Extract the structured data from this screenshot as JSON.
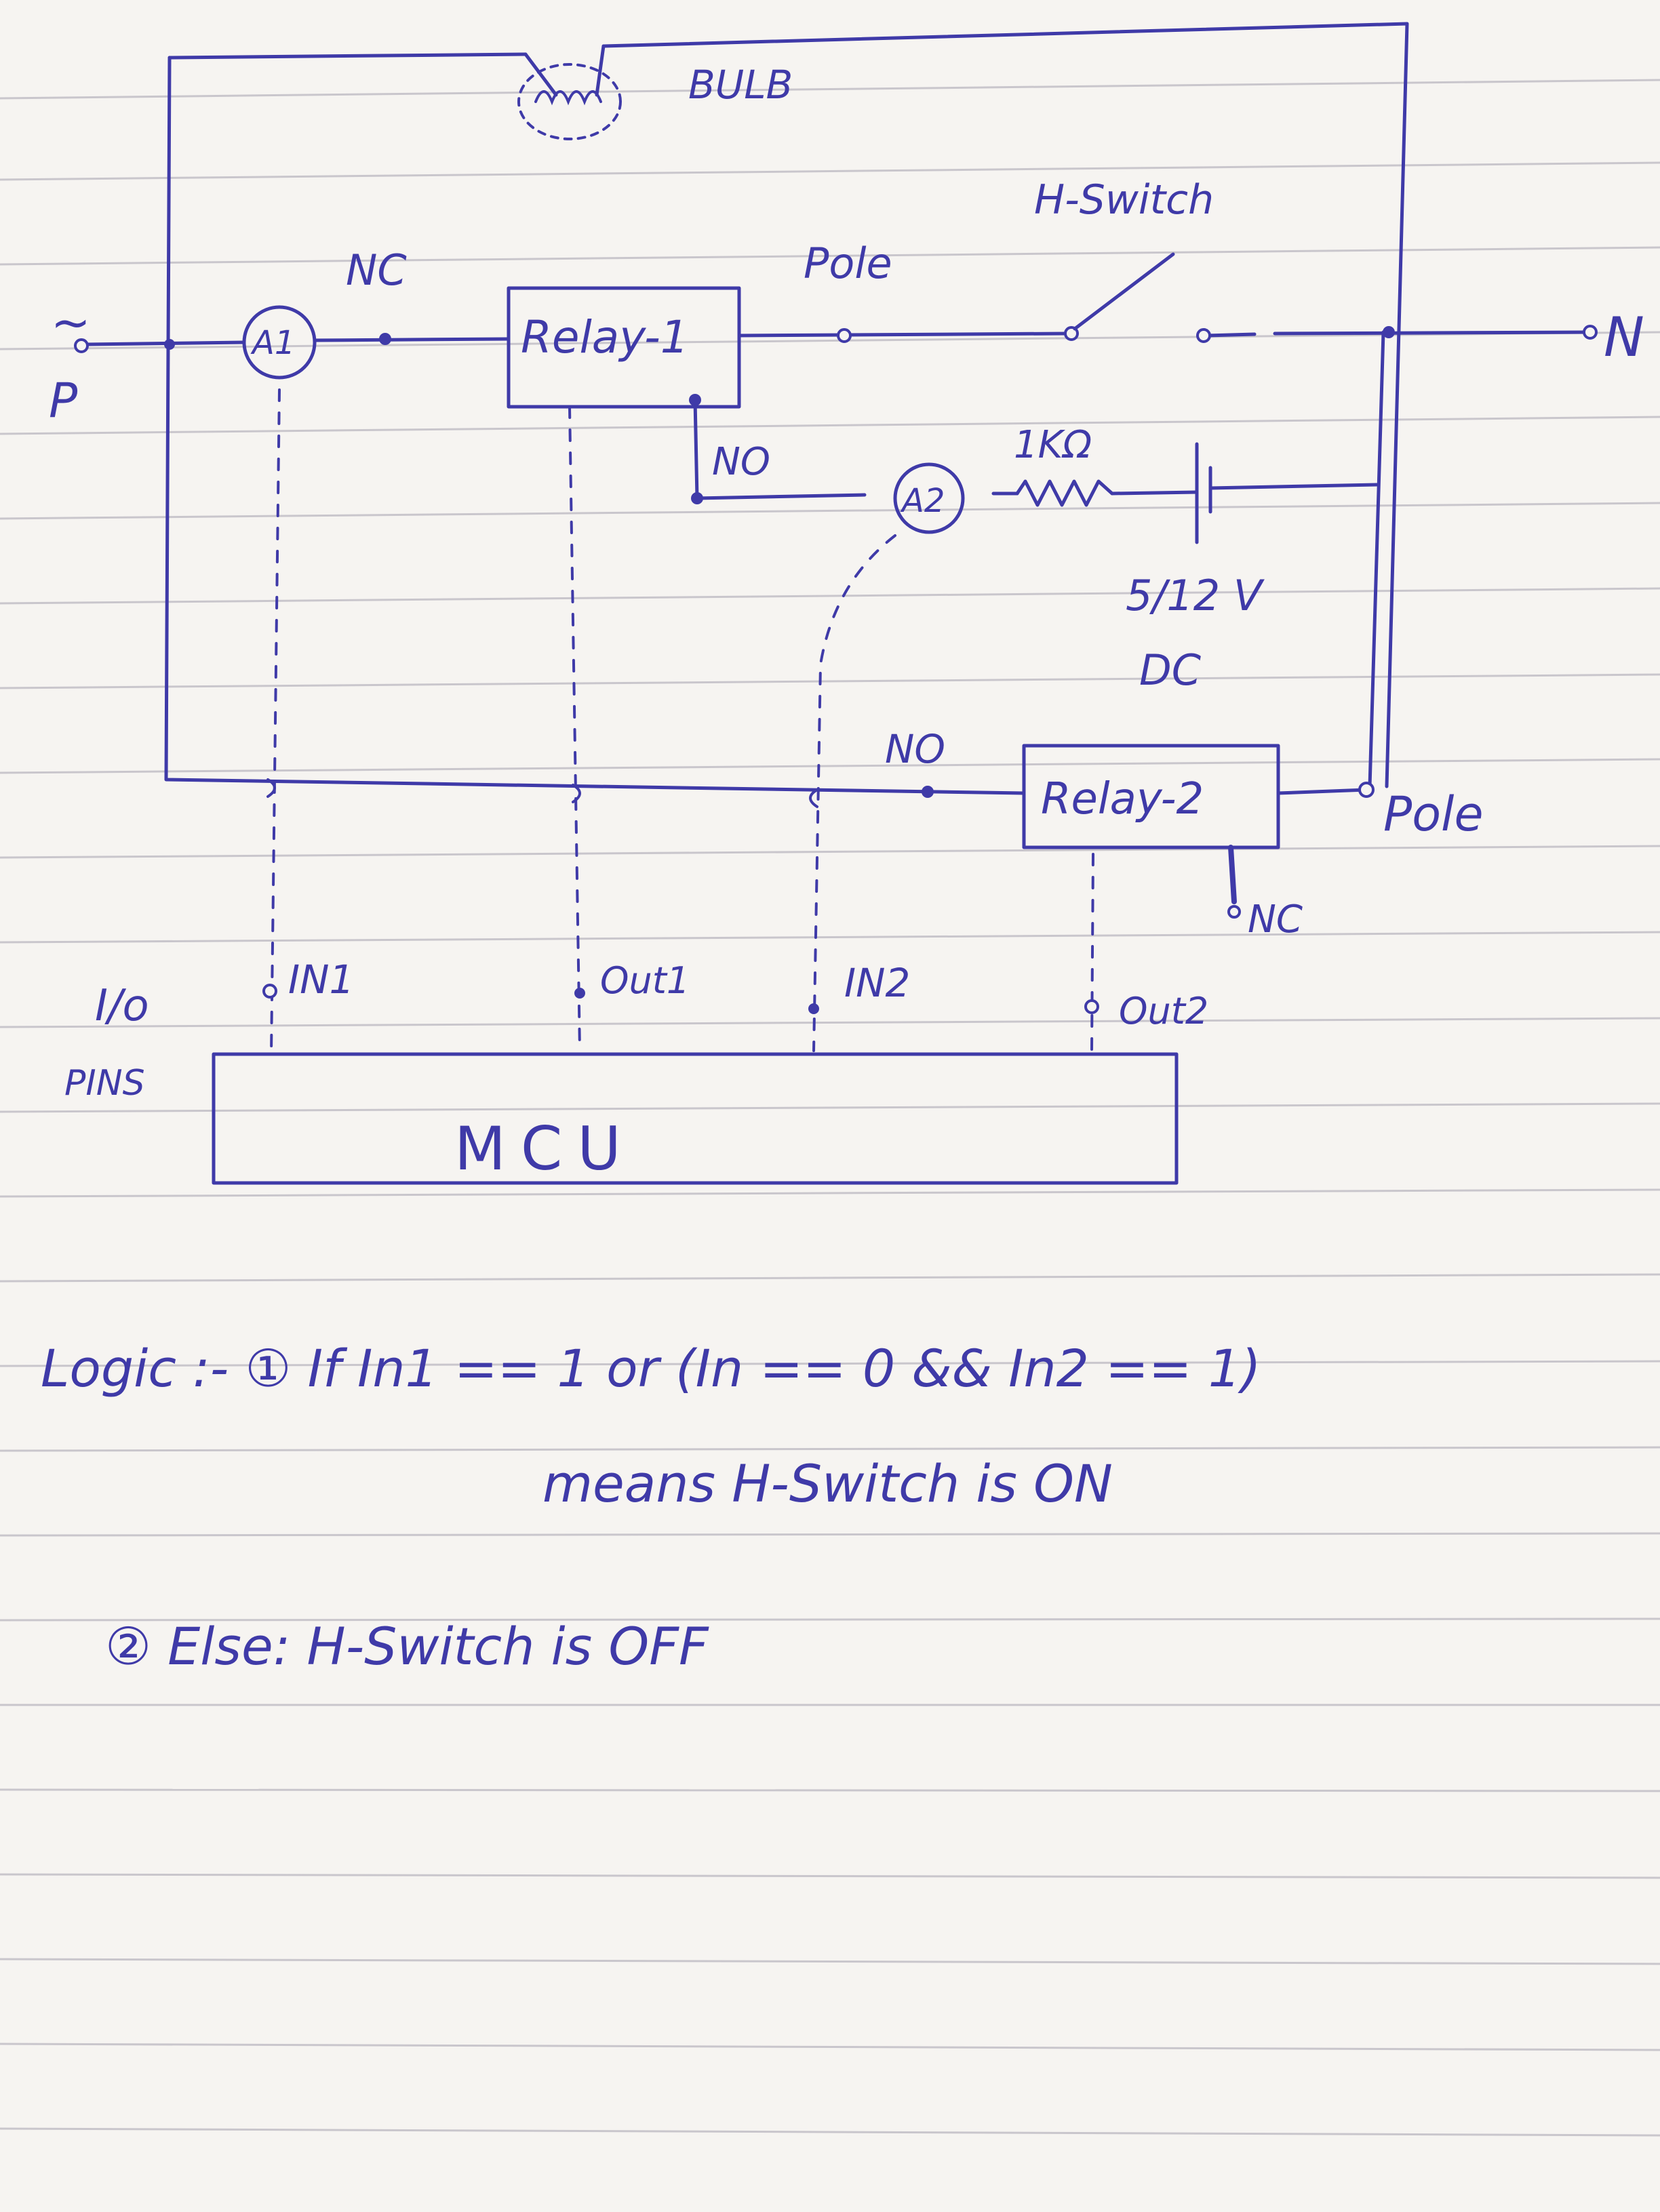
{
  "labels": {
    "bulb": "BULB",
    "h_switch": "H-Switch",
    "nc_top": "NC",
    "pole_top": "Pole",
    "p_terminal": "P",
    "tilde": "~",
    "n_terminal": "N",
    "a1": "A1",
    "a2": "A2",
    "relay1": "Relay-1",
    "no_relay1": "NO",
    "resistor": "1KΩ",
    "dc_voltage": "5/12 V",
    "dc": "DC",
    "no_relay2": "NO",
    "relay2": "Relay-2",
    "pole_right": "Pole",
    "nc_relay2": "NC",
    "io": "I/o",
    "pins": "PINS",
    "in1": "IN1",
    "out1": "Out1",
    "in2": "IN2",
    "out2": "Out2",
    "mcu": "MCU"
  },
  "logic": {
    "line1": "Logic :- ① If In1 == 1 or (In == 0 && In2 == 1)",
    "line2": "means H-Switch is ON",
    "line3": "② Else: H-Switch is OFF"
  },
  "colors": {
    "ink": "#3f3aa8",
    "paper": "#f6f4f1",
    "rule": "#c9c6cc"
  }
}
